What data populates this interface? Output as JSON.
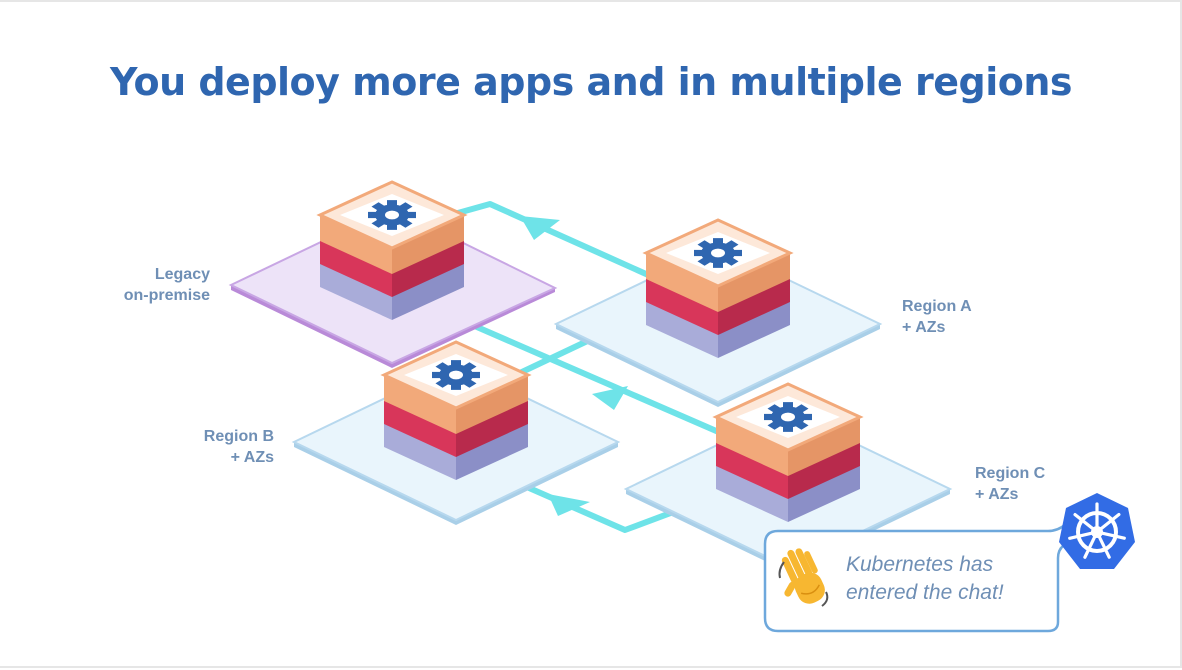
{
  "slide": {
    "title": "You deploy more apps and in multiple regions"
  },
  "labels": {
    "legacy": [
      "Legacy",
      "on-premise"
    ],
    "region_a": [
      "Region A",
      "+ AZs"
    ],
    "region_b": [
      "Region B",
      "+ AZs"
    ],
    "region_c": [
      "Region C",
      "+ AZs"
    ]
  },
  "chat_bubble": {
    "lines": [
      "Kubernetes has",
      "entered the chat!"
    ],
    "emoji_icon": "waving-hand-icon",
    "logo_icon": "kubernetes-helm-icon"
  },
  "colors": {
    "title": "#2f66b0",
    "connector": "#6ee3e8",
    "legacy_plate": "#e8dcf5",
    "legacy_edge": "#b98ad8",
    "region_plate": "#e6f3fb",
    "region_edge": "#a9cfe8",
    "stack_top": "#fde8d9",
    "stack_orange": "#f2a97a",
    "stack_red": "#d8365a",
    "stack_lavender": "#a9acd9",
    "gear": "#2f66b0",
    "kubernetes": "#326ce5"
  }
}
